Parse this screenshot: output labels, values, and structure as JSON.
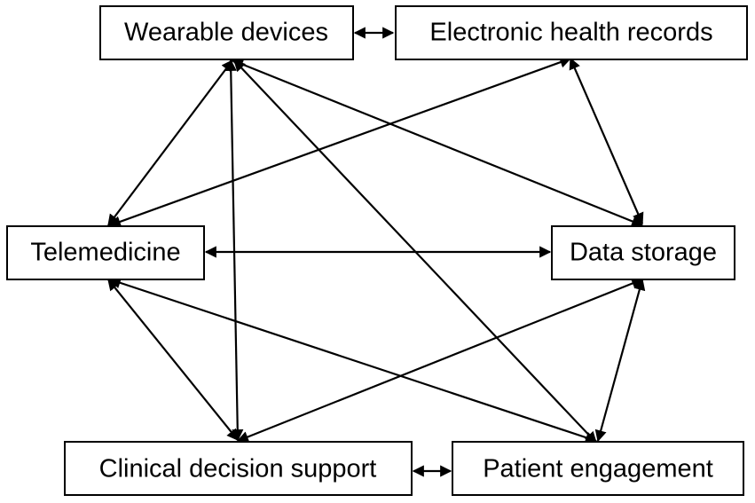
{
  "nodes": {
    "wearable": {
      "label": "Wearable devices"
    },
    "ehr": {
      "label": "Electronic health records"
    },
    "telemedicine": {
      "label": "Telemedicine"
    },
    "storage": {
      "label": "Data storage"
    },
    "cds": {
      "label": "Clinical decision support"
    },
    "engagement": {
      "label": "Patient engagement"
    }
  },
  "edges": [
    {
      "from": "wearable",
      "to": "ehr",
      "direction": "both"
    },
    {
      "from": "wearable",
      "to": "telemedicine",
      "direction": "both"
    },
    {
      "from": "wearable",
      "to": "storage",
      "direction": "both"
    },
    {
      "from": "wearable",
      "to": "cds",
      "direction": "both"
    },
    {
      "from": "wearable",
      "to": "engagement",
      "direction": "both"
    },
    {
      "from": "ehr",
      "to": "telemedicine",
      "direction": "both"
    },
    {
      "from": "ehr",
      "to": "storage",
      "direction": "both"
    },
    {
      "from": "telemedicine",
      "to": "storage",
      "direction": "both"
    },
    {
      "from": "telemedicine",
      "to": "cds",
      "direction": "both"
    },
    {
      "from": "telemedicine",
      "to": "engagement",
      "direction": "both"
    },
    {
      "from": "storage",
      "to": "cds",
      "direction": "both"
    },
    {
      "from": "storage",
      "to": "engagement",
      "direction": "both"
    },
    {
      "from": "cds",
      "to": "engagement",
      "direction": "both"
    }
  ],
  "colors": {
    "line": "#000000",
    "box_fill": "#ffffff"
  }
}
